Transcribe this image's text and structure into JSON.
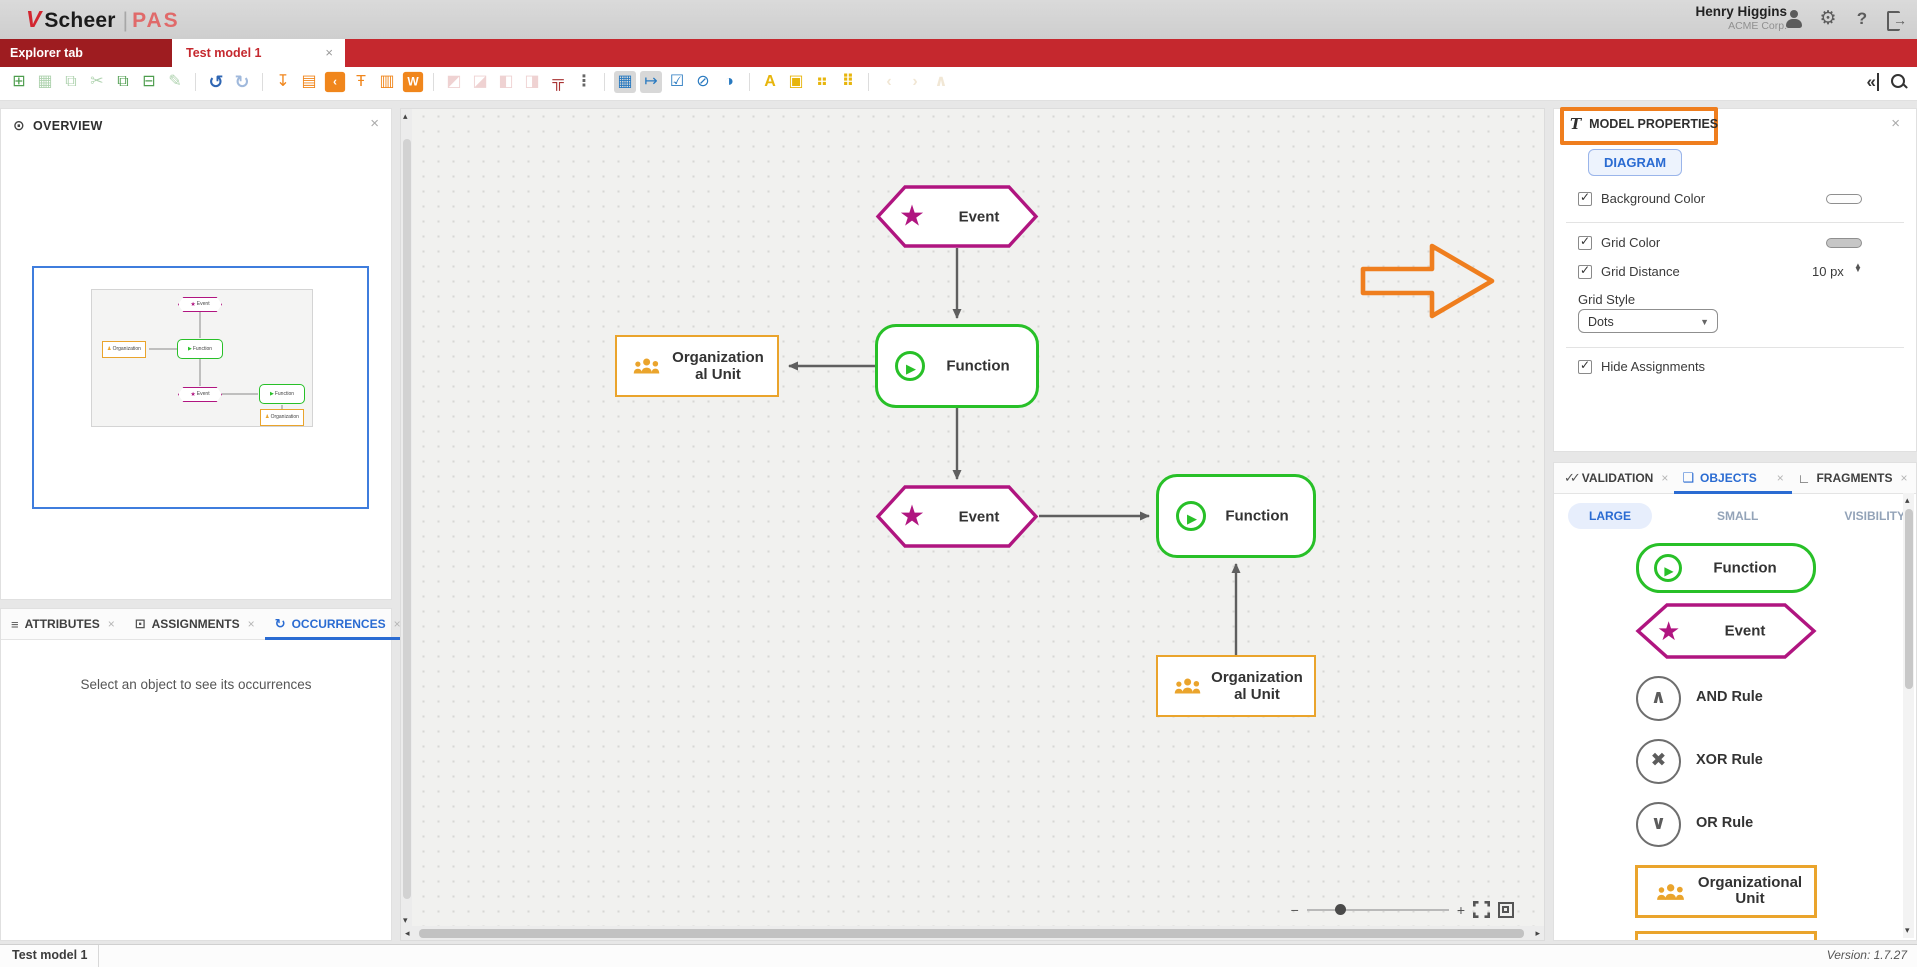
{
  "header": {
    "logo_mark": "V",
    "logo_name": "Scheer",
    "logo_divider": "|",
    "logo_suffix": "PAS",
    "user_name": "Henry Higgins",
    "user_org": "ACME Corp.",
    "help_label": "?"
  },
  "tab_bar": {
    "explorer_label": "Explorer tab",
    "model_tab_label": "Test model 1",
    "close_glyph": "×"
  },
  "toolbar": {
    "collapse_glyph": "«",
    "items": [
      {
        "name": "new-model-icon",
        "glyph": "⊞",
        "tone": "green"
      },
      {
        "name": "delete-icon",
        "glyph": "▦",
        "tone": "green",
        "disabled": true
      },
      {
        "name": "copy-icon",
        "glyph": "⧉",
        "tone": "green",
        "disabled": true
      },
      {
        "name": "cut-icon",
        "glyph": "✂",
        "tone": "green",
        "disabled": true
      },
      {
        "name": "duplicate-icon",
        "glyph": "⧉",
        "tone": "green"
      },
      {
        "name": "paste-icon",
        "glyph": "⊟",
        "tone": "green"
      },
      {
        "name": "edit-icon",
        "glyph": "✎",
        "tone": "green",
        "disabled": true
      },
      {
        "sep": true
      },
      {
        "name": "undo-icon",
        "glyph": "↺",
        "tone": "blue-strong"
      },
      {
        "name": "redo-icon",
        "glyph": "↻",
        "tone": "blue-strong",
        "disabled": true
      },
      {
        "sep": true
      },
      {
        "name": "download-icon",
        "glyph": "↧",
        "tone": "orange"
      },
      {
        "name": "export-document-icon",
        "glyph": "▤",
        "tone": "orange"
      },
      {
        "name": "share-icon",
        "glyph": "‹",
        "tone": "orange",
        "boxed": true
      },
      {
        "name": "pin-icon",
        "glyph": "Ŧ",
        "tone": "orange"
      },
      {
        "name": "print-icon",
        "glyph": "▥",
        "tone": "orange"
      },
      {
        "name": "word-export-icon",
        "glyph": "W",
        "tone": "orange",
        "boxed": true
      },
      {
        "sep": true
      },
      {
        "name": "bring-to-front-icon",
        "glyph": "◩",
        "tone": "pink",
        "disabled": true
      },
      {
        "name": "send-to-back-icon",
        "glyph": "◪",
        "tone": "pink",
        "disabled": true
      },
      {
        "name": "bring-forward-icon",
        "glyph": "◧",
        "tone": "pink",
        "disabled": true
      },
      {
        "name": "send-backward-icon",
        "glyph": "◨",
        "tone": "pink",
        "disabled": true
      },
      {
        "name": "org-chart-icon",
        "glyph": "╦",
        "tone": "red"
      },
      {
        "name": "more-options-icon",
        "glyph": "⋮",
        "tone": "gray"
      },
      {
        "sep": true
      },
      {
        "name": "grid-view-icon",
        "glyph": "▦",
        "tone": "blue",
        "active": true
      },
      {
        "name": "snap-connector-icon",
        "glyph": "↦",
        "tone": "blue",
        "active": true
      },
      {
        "name": "multi-select-icon",
        "glyph": "☑",
        "tone": "blue"
      },
      {
        "name": "hide-drawing-icon",
        "glyph": "⊘",
        "tone": "blue"
      },
      {
        "name": "toggle-mode-icon",
        "glyph": "◑",
        "tone": "blue"
      },
      {
        "sep": true
      },
      {
        "name": "font-icon",
        "glyph": "A",
        "tone": "yellow"
      },
      {
        "name": "image-icon",
        "glyph": "▣",
        "tone": "yellow"
      },
      {
        "name": "dots-small-icon",
        "glyph": "⠶",
        "tone": "yellow"
      },
      {
        "name": "dots-large-icon",
        "glyph": "⠿",
        "tone": "yellow"
      },
      {
        "sep": true
      },
      {
        "name": "nav-left-icon",
        "glyph": "‹",
        "tone": "tan",
        "disabled": true
      },
      {
        "name": "nav-right-icon",
        "glyph": "›",
        "tone": "tan",
        "disabled": true
      },
      {
        "name": "nav-up-icon",
        "glyph": "∧",
        "tone": "tan",
        "disabled": true
      }
    ]
  },
  "panels": {
    "overview": {
      "title": "OVERVIEW",
      "close_glyph": "×"
    },
    "details": {
      "tabs": [
        {
          "label": "ATTRIBUTES"
        },
        {
          "label": "ASSIGNMENTS"
        },
        {
          "label": "OCCURRENCES"
        }
      ],
      "close_glyph": "×",
      "empty_message": "Select an object to see its occurrences"
    },
    "model_properties": {
      "title": "MODEL PROPERTIES",
      "close_glyph": "×",
      "diagram_button": "DIAGRAM",
      "rows": {
        "background_color": "Background Color",
        "grid_color": "Grid Color",
        "grid_distance": "Grid Distance",
        "grid_distance_value": "10 px",
        "grid_style_label": "Grid Style",
        "grid_style_value": "Dots",
        "hide_assignments": "Hide Assignments"
      }
    },
    "library": {
      "tabs": [
        {
          "label": "VALIDATION"
        },
        {
          "label": "OBJECTS"
        },
        {
          "label": "FRAGMENTS"
        }
      ],
      "close_glyph": "×",
      "views": [
        "LARGE",
        "SMALL",
        "VISIBILITY"
      ],
      "items": [
        {
          "label": "Function"
        },
        {
          "label": "Event"
        },
        {
          "label": "AND Rule"
        },
        {
          "label": "XOR Rule"
        },
        {
          "label": "OR Rule"
        },
        {
          "label": "Organizational Unit"
        }
      ]
    }
  },
  "glyphs": {
    "star": "★",
    "play": "▶",
    "and": "∧",
    "xor": "✖",
    "or": "∨",
    "eye": "⊙",
    "attributes": "≡",
    "assignments": "⊡",
    "occurrences": "↻",
    "validation": "✓✓",
    "objects": "❑",
    "fragments": "∟",
    "dropdown_chevron": "▼"
  },
  "canvas": {
    "nodes": {
      "event1": "Event",
      "function1": "Function",
      "org1_line1": "Organization",
      "org1_line2": "al Unit",
      "event2": "Event",
      "function2": "Function",
      "org2_line1": "Organization",
      "org2_line2": "al Unit"
    },
    "zoom": {
      "minus": "−",
      "plus": "+"
    }
  },
  "status_bar": {
    "model_name": "Test model 1",
    "version_label": "Version:",
    "version_value": "1.7.27"
  },
  "colors": {
    "accent_blue": "#2a6bd2",
    "brand_red": "#c5282e",
    "event_magenta": "#b01580",
    "function_green": "#28c028",
    "org_orange": "#eaa42c",
    "annotation_orange": "#ef7e1e"
  }
}
